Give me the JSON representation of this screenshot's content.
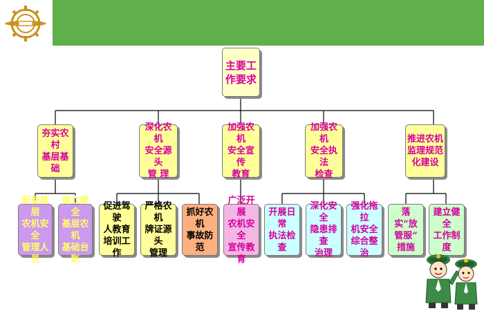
{
  "root": "主要工\n作要求",
  "branches": [
    {
      "label": "夯实农村\n基层基础",
      "children": [
        "配备基层\n农机安全\n管理人员",
        "建立健全\n基层农机\n基础台账"
      ]
    },
    {
      "label": "深化农机\n安全源头\n管  理",
      "children": [
        "促进驾驶\n人教育\n培训工作",
        "严格农机\n牌证源头\n管理",
        "抓好农机\n事故防范"
      ]
    },
    {
      "label": "加强农机\n安全宣传\n教育",
      "children": [
        "广泛开展\n农机安全\n宣传教育"
      ]
    },
    {
      "label": "加强农机\n安全执法\n检查",
      "children": [
        "开展日常\n执法检查",
        "深化安全\n隐患排查\n治理",
        "强化拖拉\n机安全\n综合整治"
      ]
    },
    {
      "label": "推进农机\n监理规范\n化建设",
      "children": [
        "落实“放\n管服”\n措施",
        "建立健全\n工作制度"
      ]
    }
  ],
  "colors": {
    "banner": "#5fb04a",
    "magenta_text": "#d4009c",
    "level1_fill": "#ffff99"
  }
}
